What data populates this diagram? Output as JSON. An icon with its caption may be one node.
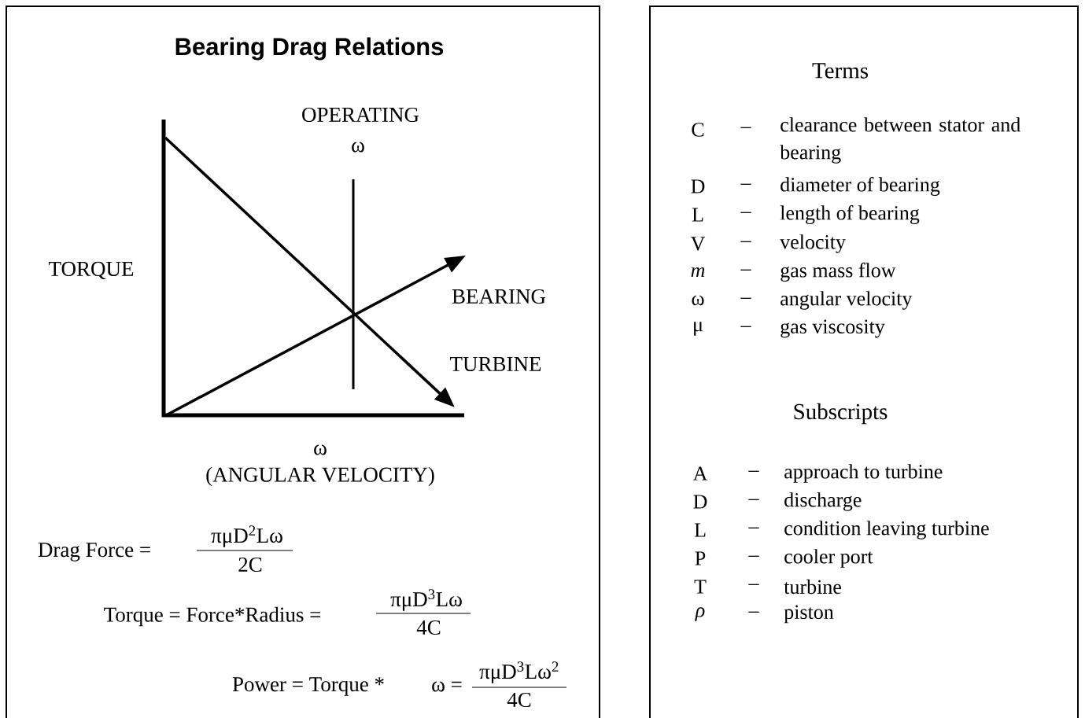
{
  "diagram": {
    "title": "Bearing Drag Relations",
    "labels": [
      "OPERATING",
      "ω",
      "TORQUE",
      "BEARING",
      "TURBINE",
      "ω",
      "(ANGULAR VELOCITY)",
      "Drag Force =",
      "πμD$^{2}$Lω",
      "2C",
      "Torque = Force*Radius =",
      "πμD$^{3}$Lω",
      "4C",
      "Power = Torque *",
      "ω =",
      "πμD$^{3}$Lω$^{2}$",
      "4C",
      "Terms",
      "C",
      "–",
      "clearance between stator and bearing",
      "D",
      "–",
      "diameter of bearing",
      "L",
      "–",
      "length of bearing",
      "V",
      "–",
      "velocity",
      "m",
      "–",
      "gas mass flow",
      "ω",
      "–",
      "angular velocity",
      "μ",
      "–",
      "gas viscosity",
      "Subscripts",
      "A",
      "–",
      "approach to turbine",
      "D",
      "–",
      "discharge",
      "L",
      "–",
      "condition leaving turbine",
      "P",
      "–",
      "cooler port",
      "T",
      "–",
      "turbine",
      "ρ",
      "–",
      "piston"
    ]
  }
}
